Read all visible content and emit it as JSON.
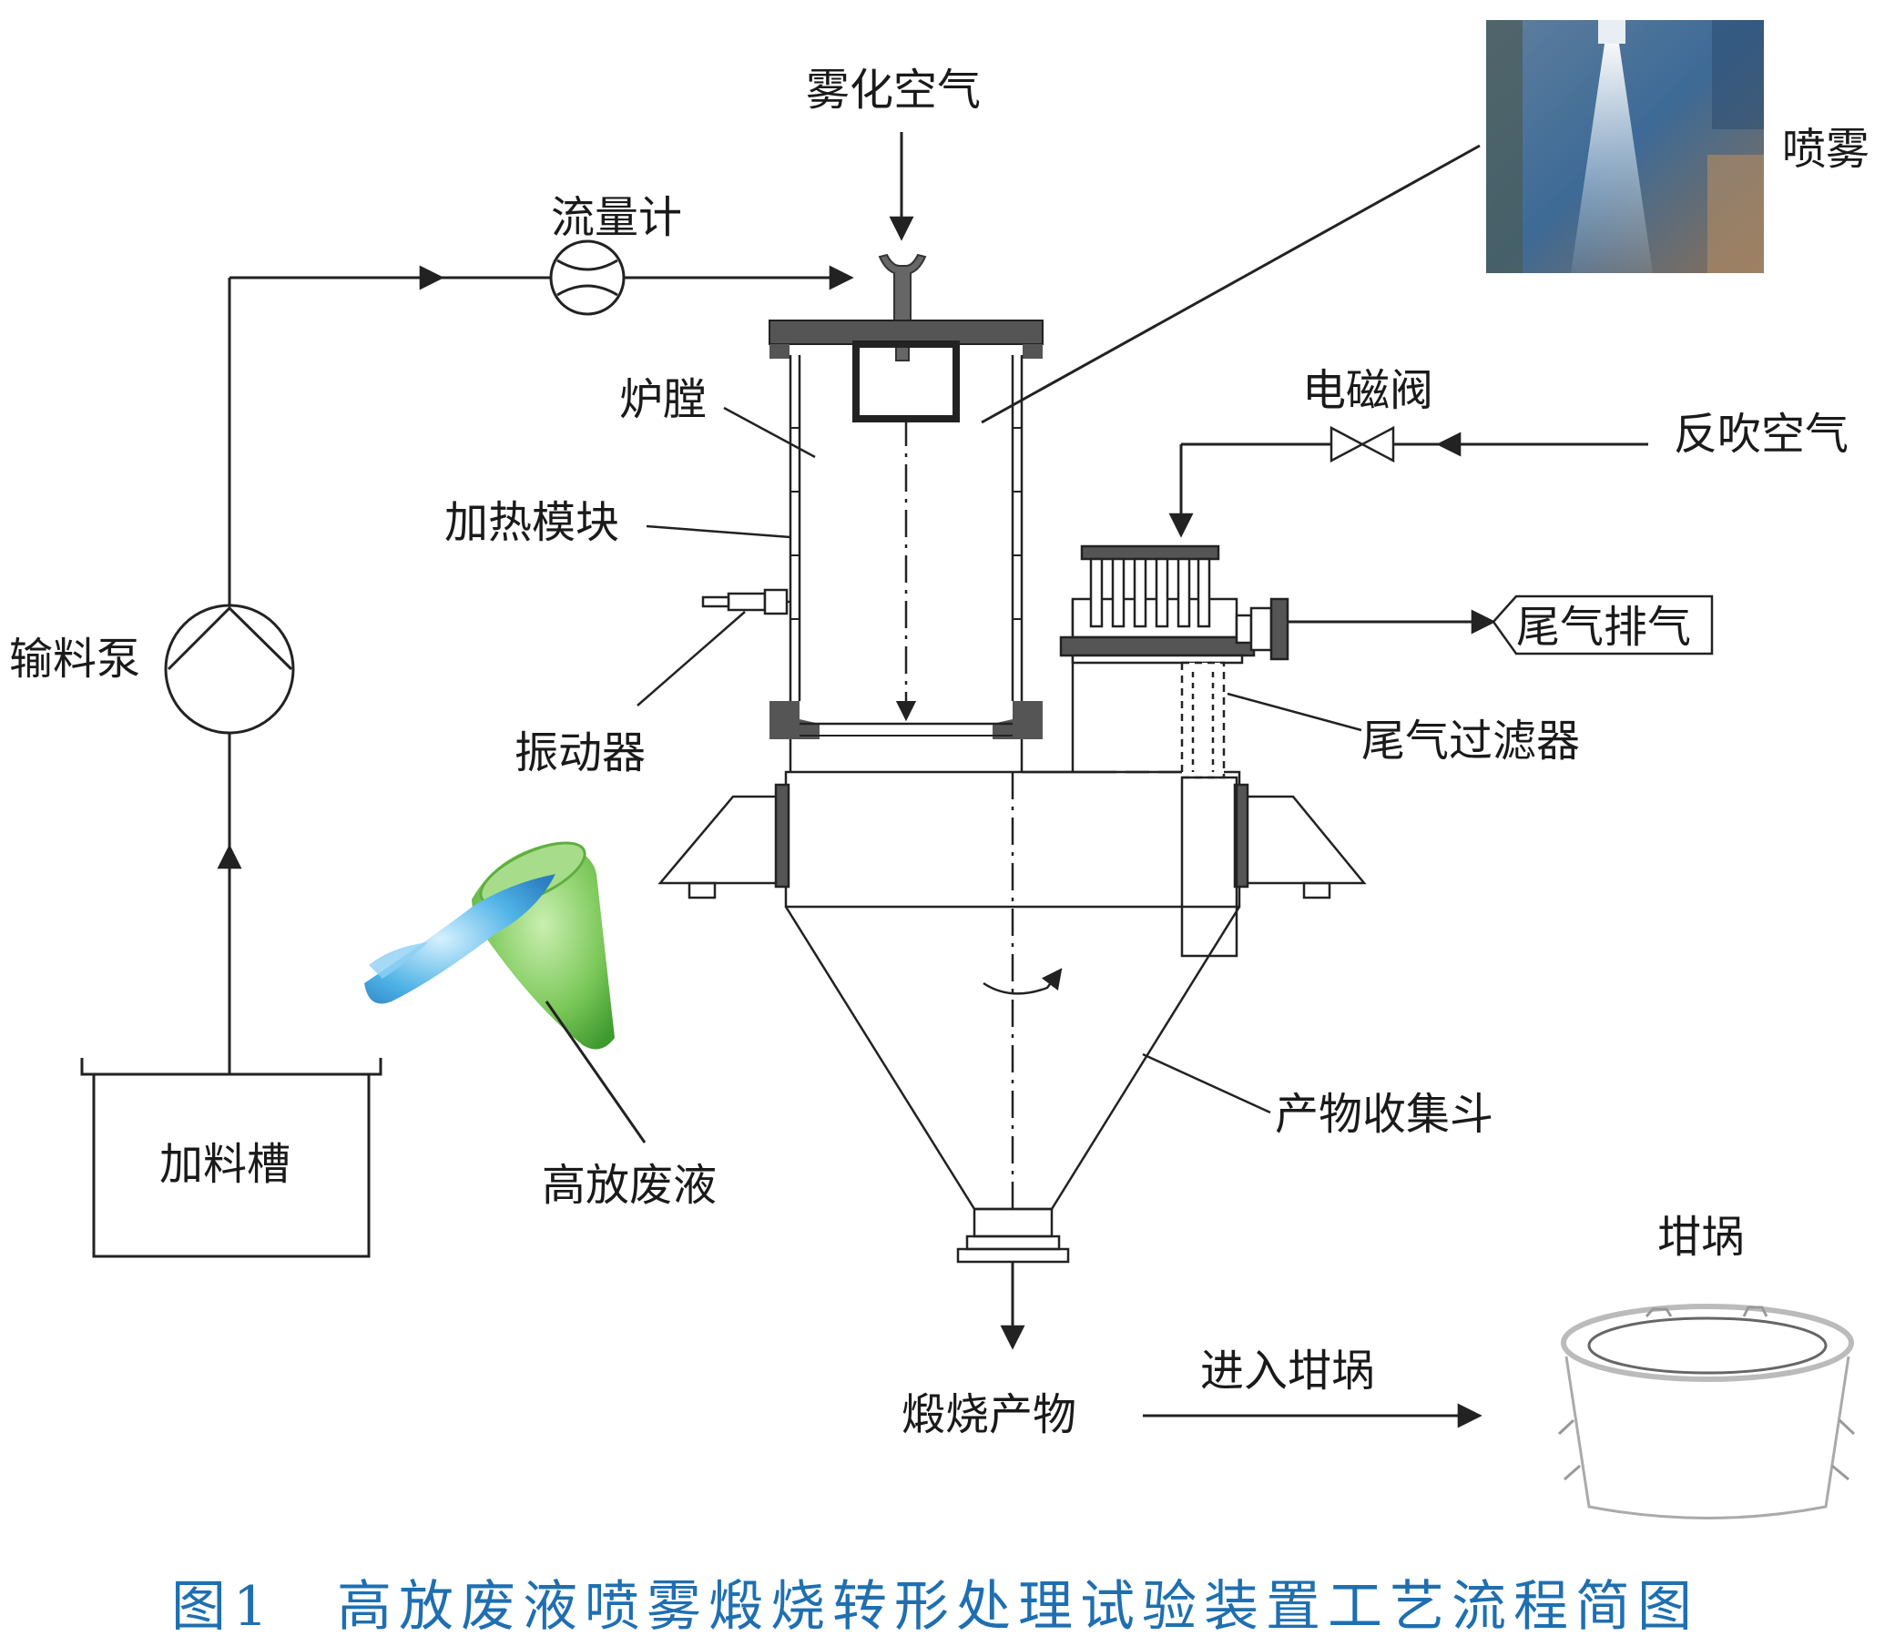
{
  "labels": {
    "atomizing_air": "雾化空气",
    "flowmeter": "流量计",
    "spray": "喷雾",
    "chamber": "炉膛",
    "heating_module": "加热模块",
    "solenoid_valve": "电磁阀",
    "backblow_air": "反吹空气",
    "feed_pump": "输料泵",
    "exhaust": "尾气排气",
    "vibrator": "振动器",
    "offgas_filter": "尾气过滤器",
    "hlw": "高放废液",
    "feed_tank": "加料槽",
    "collection_hopper": "产物收集斗",
    "crucible": "坩埚",
    "calcined_product": "煅烧产物",
    "into_crucible": "进入坩埚"
  },
  "caption": {
    "figure_no": "图1",
    "title": "高放废液喷雾煅烧转形处理试验装置工艺流程简图"
  },
  "colors": {
    "caption": "#1f6fb0",
    "line": "#222222",
    "flange": "#555555",
    "hlw_liquid": "#4fb3e6",
    "hlw_cup": "#7cc85a"
  }
}
